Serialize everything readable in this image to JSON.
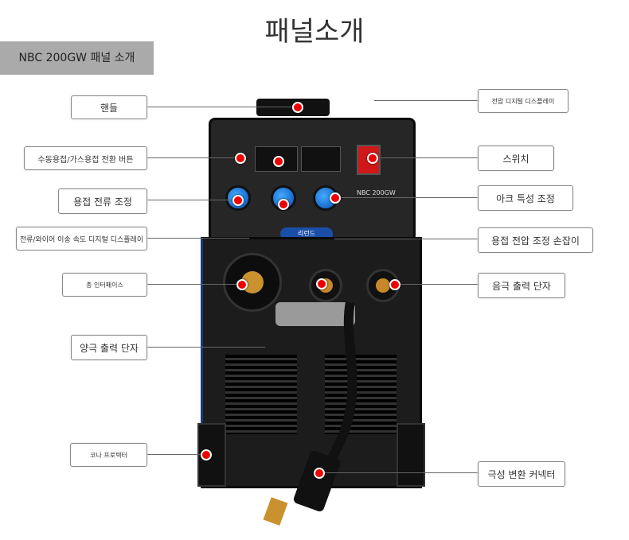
{
  "title": "패널소개",
  "model_tag": "NBC 200GW 패널 소개",
  "labels": {
    "handle": "핸들",
    "mode_button": "수동용접/가스용접 전환 버튼",
    "current_adjust": "용접 전류 조정",
    "current_display": "전류/와이어 이송 속도 디지털 디스플레이",
    "gun_interface": "총 인터페이스",
    "positive_terminal": "양극 출력 단자",
    "corner_protector": "코나 프로텍터",
    "voltage_display": "전압 디지털 디스플레이",
    "switch": "스위치",
    "arc_adjust": "아크 특성 조정",
    "voltage_knob": "용접 전압 조정 손잡이",
    "negative_terminal": "음극 출력 단자",
    "polarity_connector": "극성 변환 커넥터"
  },
  "machine": {
    "model": "NBC 200GW",
    "badge": "리런드"
  },
  "colors": {
    "marker": "#e00000",
    "knob": "#1a6fd8",
    "body": "#1a1a1a"
  }
}
